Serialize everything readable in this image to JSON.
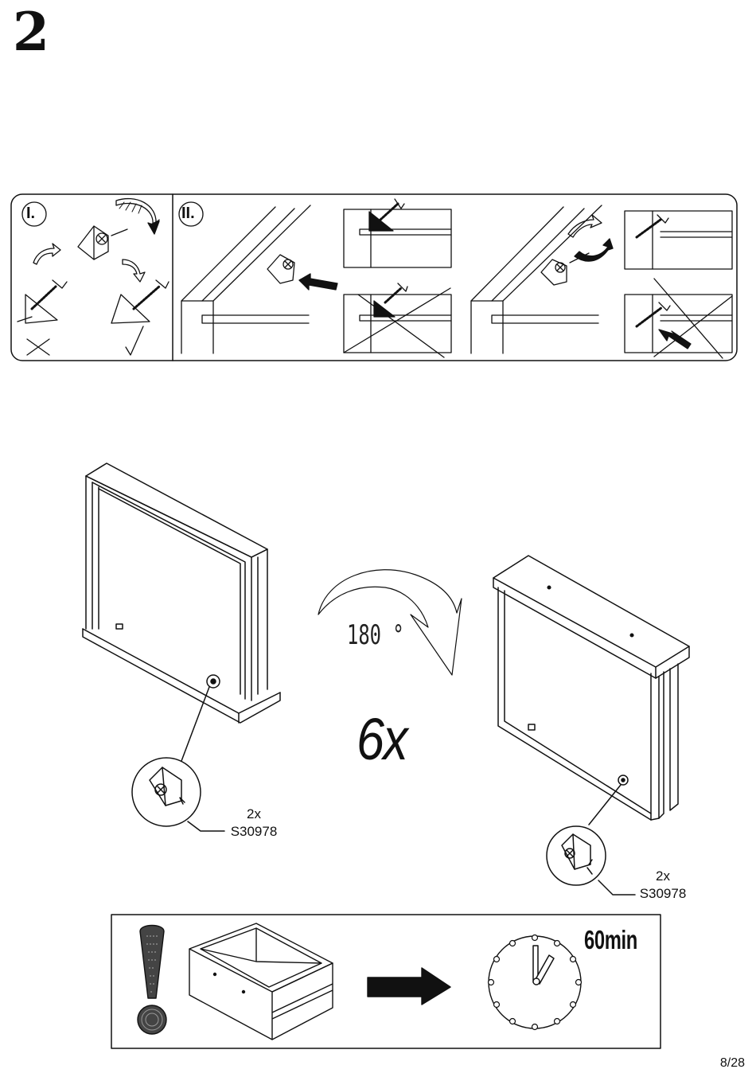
{
  "step": {
    "number": "2"
  },
  "instruction_panel": {
    "sub_steps": [
      {
        "label": "I."
      },
      {
        "label": "II."
      }
    ]
  },
  "assembly": {
    "rotation_label": "180 °",
    "repeat_label": "6x",
    "callouts": [
      {
        "qty": "2x",
        "part": "S30978"
      },
      {
        "qty": "2x",
        "part": "S30978"
      }
    ]
  },
  "warning_panel": {
    "time_label": "60min"
  },
  "footer": {
    "page": "8/28"
  }
}
